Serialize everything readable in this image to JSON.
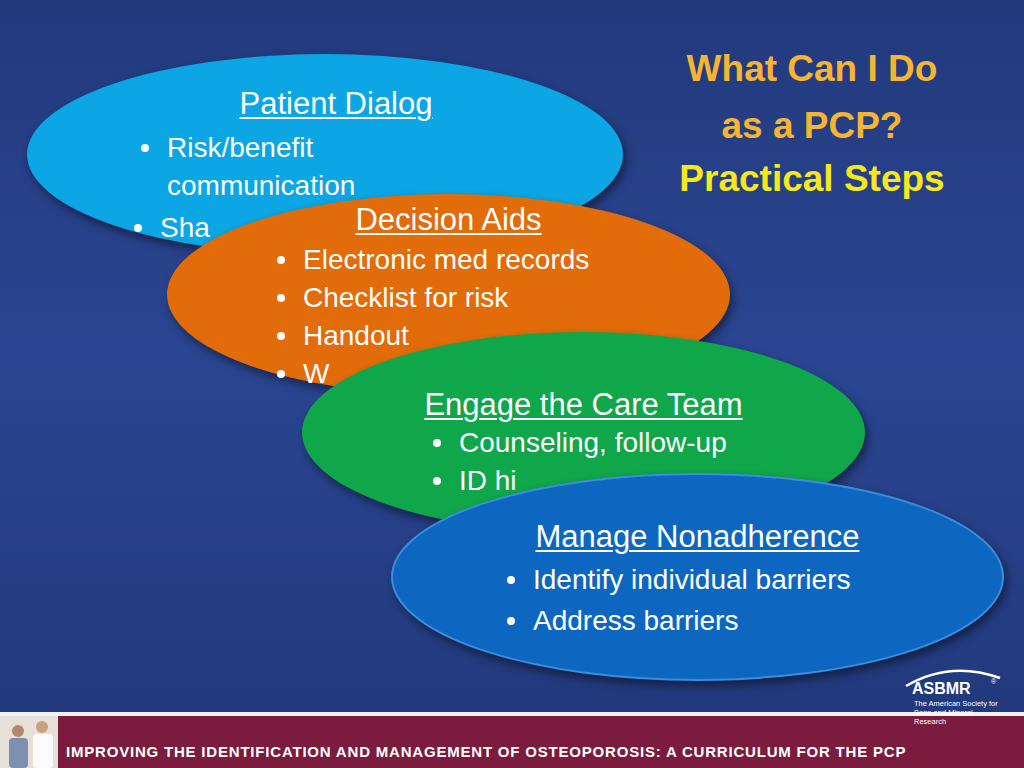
{
  "diagram": {
    "title": "What Can I Do as a PCP?",
    "nodes": [
      {
        "text": [
          "Patient Dialog",
          "Risk/benefit communication",
          "Sha"
        ]
      },
      {
        "text": [
          "Decision Aids",
          "Electronic med records",
          "Checklist for risk",
          "Handout",
          "W"
        ]
      },
      {
        "text": [
          "Engage the Care Team",
          "Counseling, follow-up",
          "ID hi"
        ]
      },
      {
        "text": [
          "Manage Nonadherence",
          "Identify individual barriers",
          "Address barriers"
        ]
      }
    ],
    "labels": [
      "Practical Steps",
      "IMPROVING THE IDENTIFICATION AND MANAGEMENT OF OSTEOPOROSIS: A CURRICULUM FOR THE PCP",
      "ASBMR",
      "®",
      "The American Society for Bone and Mineral Research"
    ]
  }
}
